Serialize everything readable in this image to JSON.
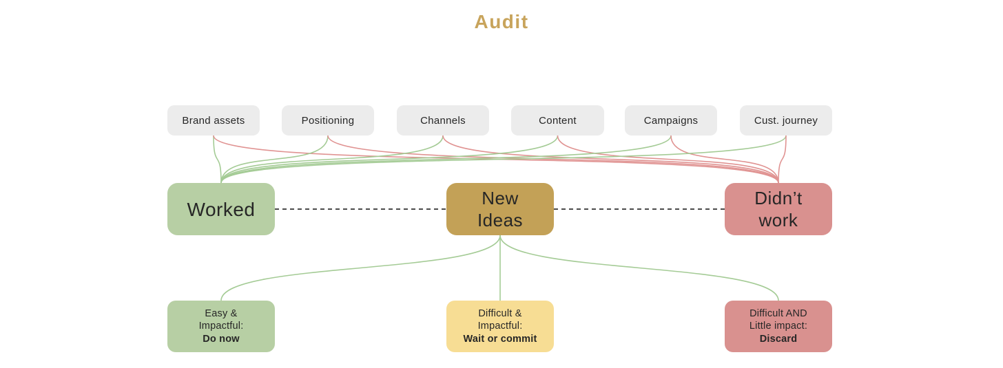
{
  "title": "Audit",
  "colors": {
    "title_text": "#c8a45c",
    "gray_box": "#ececec",
    "green_box": "#b7cfa4",
    "gold_box": "#c3a157",
    "red_box": "#d9918f",
    "yellow_box": "#f7dd94",
    "green_line": "#a4cb95",
    "red_line": "#e09392",
    "dash_line": "#4a4a4a",
    "text_dark": "#262626"
  },
  "audit_items": [
    {
      "id": "brand-assets",
      "label": "Brand assets"
    },
    {
      "id": "positioning",
      "label": "Positioning"
    },
    {
      "id": "channels",
      "label": "Channels"
    },
    {
      "id": "content",
      "label": "Content"
    },
    {
      "id": "campaigns",
      "label": "Campaigns"
    },
    {
      "id": "cust-journey",
      "label": "Cust. journey"
    }
  ],
  "outcomes": {
    "worked": {
      "label": "Worked"
    },
    "new_ideas": {
      "lines": [
        "New",
        "Ideas"
      ]
    },
    "didnt_work": {
      "lines": [
        "Didn’t",
        "work"
      ]
    }
  },
  "actions": [
    {
      "id": "do-now",
      "lines": [
        "Easy &",
        "Impactful:"
      ],
      "action": "Do now"
    },
    {
      "id": "wait-commit",
      "lines": [
        "Difficult &",
        "Impactful:"
      ],
      "action": "Wait or commit"
    },
    {
      "id": "discard",
      "lines": [
        "Difficult AND",
        "Little impact:"
      ],
      "action": "Discard"
    }
  ],
  "edges": [
    {
      "from": "brand-assets",
      "to": "worked",
      "type": "curve",
      "color": "green"
    },
    {
      "from": "brand-assets",
      "to": "didnt-work",
      "type": "curve",
      "color": "red"
    },
    {
      "from": "positioning",
      "to": "worked",
      "type": "curve",
      "color": "green"
    },
    {
      "from": "positioning",
      "to": "didnt-work",
      "type": "curve",
      "color": "red"
    },
    {
      "from": "channels",
      "to": "worked",
      "type": "curve",
      "color": "green"
    },
    {
      "from": "channels",
      "to": "didnt-work",
      "type": "curve",
      "color": "red"
    },
    {
      "from": "content",
      "to": "worked",
      "type": "curve",
      "color": "green"
    },
    {
      "from": "content",
      "to": "didnt-work",
      "type": "curve",
      "color": "red"
    },
    {
      "from": "campaigns",
      "to": "worked",
      "type": "curve",
      "color": "green"
    },
    {
      "from": "campaigns",
      "to": "didnt-work",
      "type": "curve",
      "color": "red"
    },
    {
      "from": "cust-journey",
      "to": "worked",
      "type": "curve",
      "color": "green"
    },
    {
      "from": "cust-journey",
      "to": "didnt-work",
      "type": "curve",
      "color": "red"
    },
    {
      "from": "new-ideas",
      "to": "do-now",
      "type": "curve",
      "color": "green"
    },
    {
      "from": "new-ideas",
      "to": "wait-commit",
      "type": "curve",
      "color": "green"
    },
    {
      "from": "new-ideas",
      "to": "discard",
      "type": "curve",
      "color": "green"
    },
    {
      "from": "worked",
      "to": "new-ideas",
      "type": "dashed"
    },
    {
      "from": "new-ideas",
      "to": "didnt-work",
      "type": "dashed"
    }
  ]
}
